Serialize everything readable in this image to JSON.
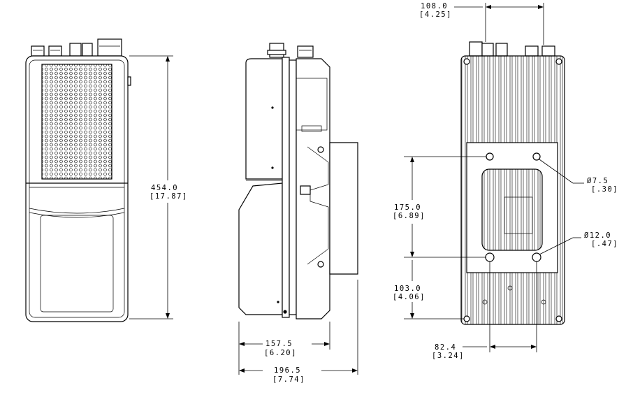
{
  "dimensions": {
    "height_overall": {
      "mm": "454.0",
      "in": "[17.87]"
    },
    "depth_housing": {
      "mm": "157.5",
      "in": "[6.20]"
    },
    "depth_overall": {
      "mm": "196.5",
      "in": "[7.74]"
    },
    "connector_spacing": {
      "mm": "108.0",
      "in": "[4.25]"
    },
    "hole_vertical_spacing": {
      "mm": "175.0",
      "in": "[6.89]"
    },
    "hole_bottom_offset": {
      "mm": "103.0",
      "in": "[4.06]"
    },
    "hole_horizontal_spacing": {
      "mm": "82.4",
      "in": "[3.24]"
    },
    "small_hole_dia": {
      "mm": "Ø7.5",
      "in": "[.30]"
    },
    "large_hole_dia": {
      "mm": "Ø12.0",
      "in": "[.47]"
    }
  }
}
